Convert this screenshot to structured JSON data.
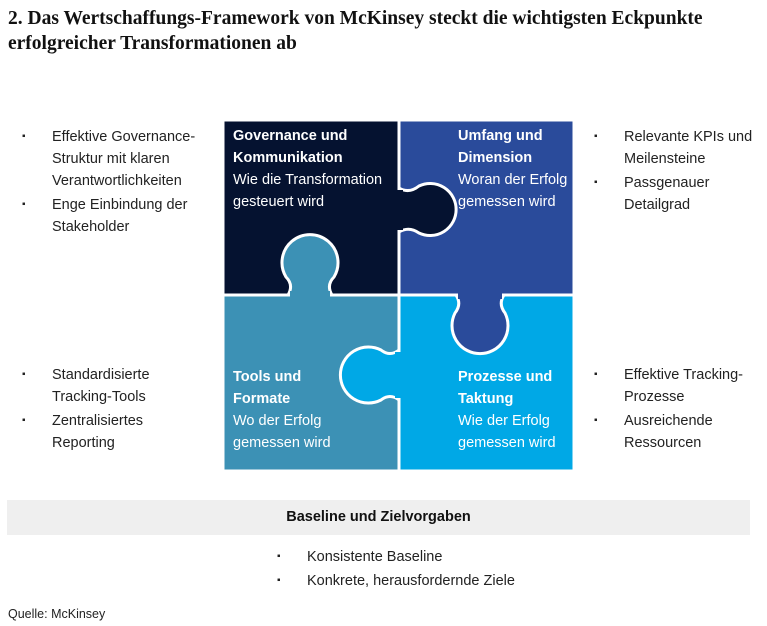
{
  "title": "2. Das Wertschaffungs-Framework von McKinsey steckt die wichtigsten Eckpunkte erfolgreicher Transformationen ab",
  "quadrants": [
    {
      "heading": "Governance und Kommunikation",
      "sub": "Wie die Transformation gesteuert wird",
      "color": "#051230"
    },
    {
      "heading": "Umfang und Dimension",
      "sub": "Woran der Erfolg gemessen wird",
      "color": "#2a4b9b"
    },
    {
      "heading": "Tools und Formate",
      "sub": "Wo der Erfolg gemessen wird",
      "color": "#3c91b5"
    },
    {
      "heading": "Prozesse und Taktung",
      "sub": "Wie der Erfolg gemessen wird",
      "color": "#00a8e6"
    }
  ],
  "bullets": {
    "top_left": [
      "Effektive Governance-Struktur mit klaren Verantwortlichkeiten",
      "Enge Einbindung der Stakeholder"
    ],
    "top_right": [
      "Relevante KPIs und Meilensteine",
      "Passgenauer Detailgrad"
    ],
    "bottom_left": [
      "Standardisierte Tracking-Tools",
      "Zentralisiertes Reporting"
    ],
    "bottom_right": [
      "Effektive Tracking-Prozesse",
      "Ausreichende Ressourcen"
    ]
  },
  "baseline": {
    "title": "Baseline und Zielvorgaben",
    "bullets": [
      "Konsistente Baseline",
      "Konkrete, herausfordernde Ziele"
    ]
  },
  "source": "Quelle: McKinsey"
}
